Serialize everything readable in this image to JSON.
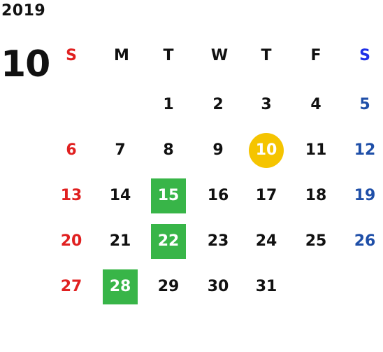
{
  "year": "2019",
  "month": "10",
  "weekday_labels": [
    "S",
    "M",
    "T",
    "W",
    "T",
    "F",
    "S"
  ],
  "weeks": [
    [
      "",
      "",
      "1",
      "2",
      "3",
      "4",
      "5"
    ],
    [
      "6",
      "7",
      "8",
      "9",
      "10",
      "11",
      "12"
    ],
    [
      "13",
      "14",
      "15",
      "16",
      "17",
      "18",
      "19"
    ],
    [
      "20",
      "21",
      "22",
      "23",
      "24",
      "25",
      "26"
    ],
    [
      "27",
      "28",
      "29",
      "30",
      "31",
      "",
      ""
    ]
  ],
  "today": "10",
  "highlighted_days": [
    "15",
    "22",
    "28"
  ],
  "colors": {
    "sunday": "#e02020",
    "saturday": "#1f4fa8",
    "saturday_header": "#1f2fe8",
    "today": "#f5c400",
    "highlight": "#38b548"
  }
}
